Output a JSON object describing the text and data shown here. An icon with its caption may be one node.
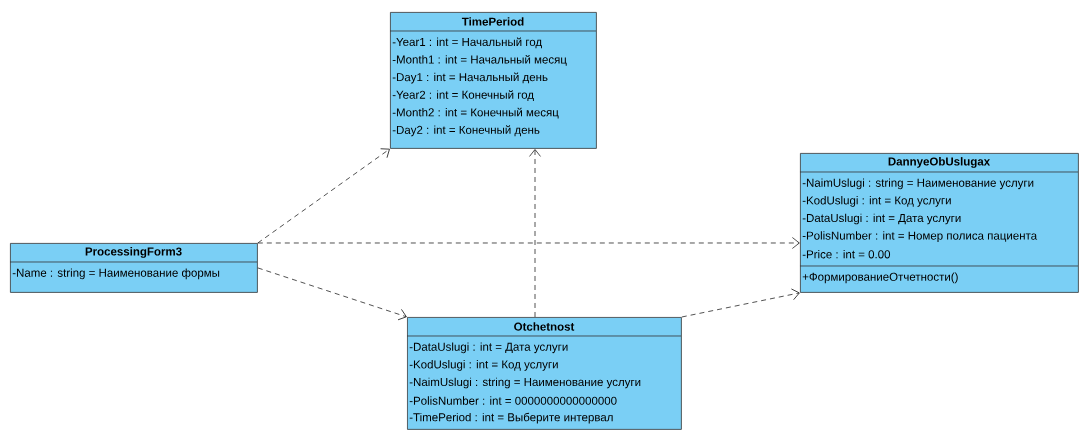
{
  "diagram": {
    "nodes": [
      {
        "text": [
          "TimePeriod",
          "-Year1 : int = Начальный год",
          "-Month1 : int = Начальный месяц",
          "-Day1 : int = Начальный день",
          "-Year2 : int = Конечный год",
          "-Month2 : int = Конечный месяц",
          "-Day2 : int = Конечный день"
        ]
      },
      {
        "text": [
          "DannyeObUslugax",
          "-NaimUslugi : string = Наименование услуги",
          "-KodUslugi : int = Код услуги",
          "-DataUslugi : int = Дата услуги",
          "-PolisNumber : int = Номер полиса пациента",
          "-Price : int = 0.00",
          "+ФормированиеОтчетности()"
        ]
      },
      {
        "text": [
          "ProcessingForm3",
          "-Name : string = Наименование формы"
        ]
      },
      {
        "text": [
          "Otchetnost",
          "-DataUslugi : int = Дата услуги",
          "-KodUslugi : int = Код услуги",
          "-NaimUslugi : string = Наименование услуги",
          "-PolisNumber : int = 0000000000000000",
          "-TimePeriod : int = Выберите интервал"
        ]
      }
    ],
    "edges": [
      {
        "from": 2,
        "to": 0,
        "arrow": "to",
        "style": "dashed"
      },
      {
        "from": 2,
        "to": 1,
        "arrow": "to",
        "style": "dashed"
      },
      {
        "from": 2,
        "to": 3,
        "arrow": "to",
        "style": "dashed"
      },
      {
        "from": 3,
        "to": 0,
        "arrow": "to",
        "style": "dashed"
      },
      {
        "from": 3,
        "to": 1,
        "arrow": "to",
        "style": "dashed"
      }
    ]
  }
}
